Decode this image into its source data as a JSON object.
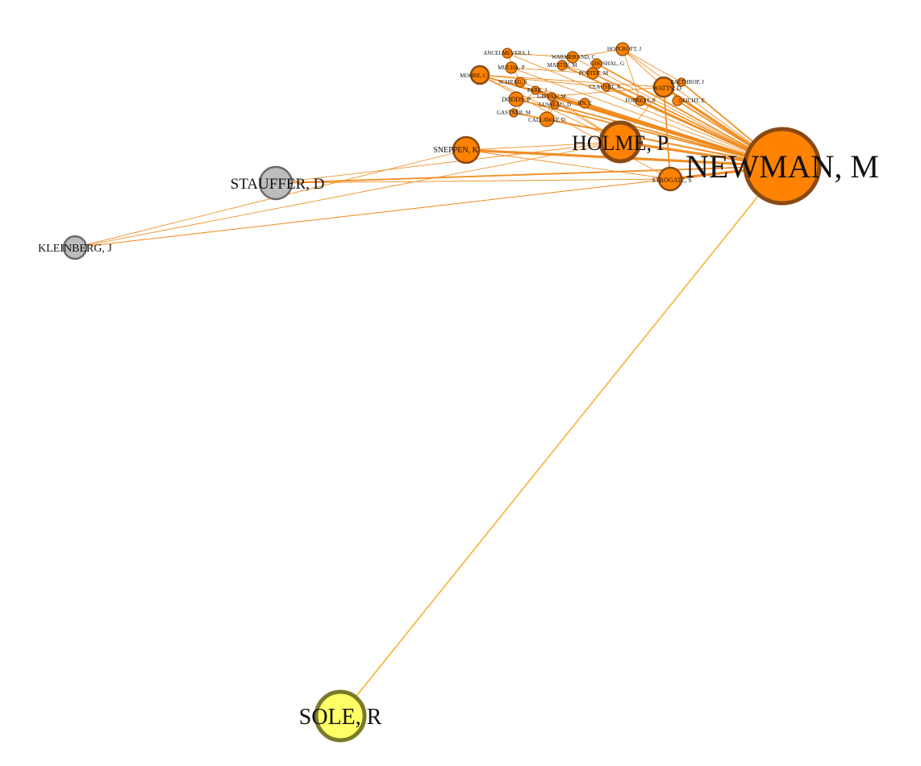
{
  "graph": {
    "colors": {
      "orange_fill": "#ff8200",
      "orange_stroke": "#8a4a14",
      "orange_edge": "#ef8a1c",
      "gray_fill": "#bdbdbd",
      "gray_stroke": "#6b6b6b",
      "yellow_fill": "#ffff66",
      "yellow_stroke": "#7a7a2a",
      "yellow_edge": "#f4b63a"
    },
    "nodes": [
      {
        "id": "newman",
        "label": "NEWMAN, M",
        "group": "orange"
      },
      {
        "id": "holme",
        "label": "HOLME, P",
        "group": "orange"
      },
      {
        "id": "stauffer",
        "label": "STAUFFER, D",
        "group": "gray"
      },
      {
        "id": "kleinberg",
        "label": "KLEINBERG, J",
        "group": "gray"
      },
      {
        "id": "sole",
        "label": "SOLE, R",
        "group": "yellow"
      },
      {
        "id": "sneppen",
        "label": "SNEPPEN, K",
        "group": "orange"
      },
      {
        "id": "strogatz",
        "label": "STROGATZ, S",
        "group": "orange"
      },
      {
        "id": "watts",
        "label": "WATTS, D",
        "group": "orange"
      },
      {
        "id": "ancelmeyers",
        "label": "ANCELMEYERS, L",
        "group": "orange"
      },
      {
        "id": "warmbrand",
        "label": "WARMBRAND, C",
        "group": "orange"
      },
      {
        "id": "hopcroft",
        "label": "HOPCROFT, J",
        "group": "orange"
      },
      {
        "id": "mucha",
        "label": "MUCHA, P",
        "group": "orange"
      },
      {
        "id": "martin",
        "label": "MARTIN, M",
        "group": "orange"
      },
      {
        "id": "ghoshal",
        "label": "GHOSHAL, G",
        "group": "orange"
      },
      {
        "id": "moore",
        "label": "MOORE, C",
        "group": "orange"
      },
      {
        "id": "porter",
        "label": "PORTER, M",
        "group": "orange"
      },
      {
        "id": "schrag",
        "label": "SCHRAG, S",
        "group": "orange"
      },
      {
        "id": "balthrop",
        "label": "BALTHROP, J",
        "group": "orange"
      },
      {
        "id": "park",
        "label": "PARK, J",
        "group": "orange"
      },
      {
        "id": "clauset",
        "label": "CLAUSET, A",
        "group": "orange"
      },
      {
        "id": "dodds",
        "label": "DODDS, P",
        "group": "orange"
      },
      {
        "id": "girvan",
        "label": "GIRVAN, M",
        "group": "orange"
      },
      {
        "id": "lusseau",
        "label": "LUSSEAU, D",
        "group": "orange"
      },
      {
        "id": "jin",
        "label": "JIN, E",
        "group": "orange"
      },
      {
        "id": "forrest",
        "label": "FORREST, S",
        "group": "orange"
      },
      {
        "id": "leicht",
        "label": "LEICHT, E",
        "group": "orange"
      },
      {
        "id": "gastner",
        "label": "GASTNER, M",
        "group": "orange"
      },
      {
        "id": "callaway",
        "label": "CALLAWAY, D",
        "group": "orange"
      }
    ],
    "edges": [
      {
        "from": "newman",
        "to": "sole",
        "weight": 2,
        "group": "yellow"
      },
      {
        "from": "newman",
        "to": "holme",
        "weight": 3
      },
      {
        "from": "newman",
        "to": "stauffer",
        "weight": 2
      },
      {
        "from": "newman",
        "to": "kleinberg",
        "weight": 1
      },
      {
        "from": "newman",
        "to": "sneppen",
        "weight": 3
      },
      {
        "from": "newman",
        "to": "strogatz",
        "weight": 3
      },
      {
        "from": "newman",
        "to": "watts",
        "weight": 3
      },
      {
        "from": "newman",
        "to": "ancelmeyers",
        "weight": 1
      },
      {
        "from": "newman",
        "to": "warmbrand",
        "weight": 1
      },
      {
        "from": "newman",
        "to": "hopcroft",
        "weight": 1
      },
      {
        "from": "newman",
        "to": "mucha",
        "weight": 1
      },
      {
        "from": "newman",
        "to": "martin",
        "weight": 2
      },
      {
        "from": "newman",
        "to": "ghoshal",
        "weight": 2
      },
      {
        "from": "newman",
        "to": "moore",
        "weight": 2
      },
      {
        "from": "newman",
        "to": "porter",
        "weight": 2
      },
      {
        "from": "newman",
        "to": "schrag",
        "weight": 1
      },
      {
        "from": "newman",
        "to": "balthrop",
        "weight": 2
      },
      {
        "from": "newman",
        "to": "park",
        "weight": 3
      },
      {
        "from": "newman",
        "to": "clauset",
        "weight": 2
      },
      {
        "from": "newman",
        "to": "dodds",
        "weight": 2
      },
      {
        "from": "newman",
        "to": "girvan",
        "weight": 3
      },
      {
        "from": "newman",
        "to": "lusseau",
        "weight": 2
      },
      {
        "from": "newman",
        "to": "jin",
        "weight": 2
      },
      {
        "from": "newman",
        "to": "forrest",
        "weight": 2
      },
      {
        "from": "newman",
        "to": "leicht",
        "weight": 2
      },
      {
        "from": "newman",
        "to": "gastner",
        "weight": 2
      },
      {
        "from": "newman",
        "to": "callaway",
        "weight": 2
      },
      {
        "from": "holme",
        "to": "kleinberg",
        "weight": 1
      },
      {
        "from": "holme",
        "to": "stauffer",
        "weight": 1
      },
      {
        "from": "holme",
        "to": "sneppen",
        "weight": 1
      },
      {
        "from": "holme",
        "to": "watts",
        "weight": 1
      },
      {
        "from": "holme",
        "to": "moore",
        "weight": 1
      },
      {
        "from": "holme",
        "to": "park",
        "weight": 1
      },
      {
        "from": "holme",
        "to": "girvan",
        "weight": 1
      },
      {
        "from": "stauffer",
        "to": "strogatz",
        "weight": 1
      },
      {
        "from": "kleinberg",
        "to": "strogatz",
        "weight": 1
      },
      {
        "from": "kleinberg",
        "to": "sneppen",
        "weight": 1
      },
      {
        "from": "strogatz",
        "to": "watts",
        "weight": 2
      },
      {
        "from": "strogatz",
        "to": "sneppen",
        "weight": 1
      },
      {
        "from": "strogatz",
        "to": "moore",
        "weight": 1
      },
      {
        "from": "watts",
        "to": "dodds",
        "weight": 1
      },
      {
        "from": "watts",
        "to": "moore",
        "weight": 1
      },
      {
        "from": "watts",
        "to": "hopcroft",
        "weight": 1
      },
      {
        "from": "hopcroft",
        "to": "balthrop",
        "weight": 1
      },
      {
        "from": "hopcroft",
        "to": "warmbrand",
        "weight": 1
      },
      {
        "from": "hopcroft",
        "to": "forrest",
        "weight": 1
      },
      {
        "from": "moore",
        "to": "park",
        "weight": 1
      },
      {
        "from": "moore",
        "to": "girvan",
        "weight": 1
      },
      {
        "from": "moore",
        "to": "clauset",
        "weight": 1
      },
      {
        "from": "ancelmeyers",
        "to": "schrag",
        "weight": 1
      },
      {
        "from": "ancelmeyers",
        "to": "warmbrand",
        "weight": 1
      },
      {
        "from": "mucha",
        "to": "porter",
        "weight": 1
      },
      {
        "from": "martin",
        "to": "porter",
        "weight": 1
      },
      {
        "from": "girvan",
        "to": "callaway",
        "weight": 1
      },
      {
        "from": "lusseau",
        "to": "callaway",
        "weight": 1
      },
      {
        "from": "gastner",
        "to": "park",
        "weight": 1
      }
    ]
  }
}
